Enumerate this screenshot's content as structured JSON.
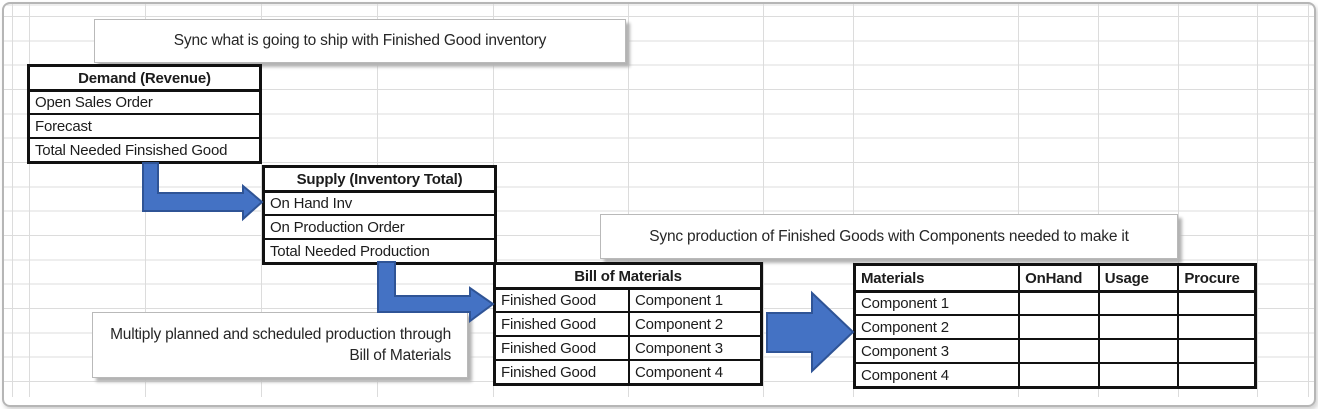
{
  "notes": {
    "top": "Sync what is going to ship with Finished Good inventory",
    "middle": "Sync production of Finished Goods with Components needed to make it",
    "bottom": "Multiply planned and scheduled production through Bill of Materials"
  },
  "demand_table": {
    "title": "Demand (Revenue)",
    "rows": [
      "Open Sales Order",
      "Forecast",
      "Total Needed Finsished Good"
    ]
  },
  "supply_table": {
    "title": "Supply (Inventory Total)",
    "rows": [
      "On Hand Inv",
      "On Production Order",
      "Total Needed Production"
    ]
  },
  "bom_table": {
    "title": "Bill of Materials",
    "rows": [
      [
        "Finished Good",
        "Component 1"
      ],
      [
        "Finished Good",
        "Component 2"
      ],
      [
        "Finished Good",
        "Component 3"
      ],
      [
        "Finished Good",
        "Component 4"
      ]
    ]
  },
  "materials_table": {
    "headers": [
      "Materials",
      "OnHand",
      "Usage",
      "Procure"
    ],
    "rows": [
      [
        "Component 1",
        "",
        "",
        ""
      ],
      [
        "Component 2",
        "",
        "",
        ""
      ],
      [
        "Component 3",
        "",
        "",
        ""
      ],
      [
        "Component 4",
        "",
        "",
        ""
      ]
    ]
  },
  "colors": {
    "arrow_fill": "#4472C4",
    "arrow_border": "#2F5496"
  }
}
